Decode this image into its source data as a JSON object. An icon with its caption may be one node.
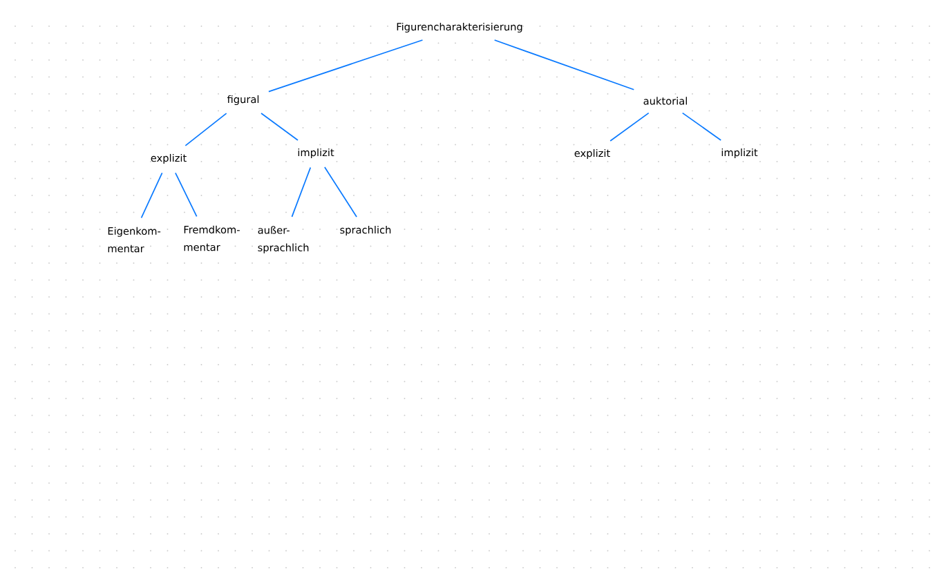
{
  "diagram": {
    "nodes": [
      {
        "text": [
          "Figurencharakterisierung"
        ]
      },
      {
        "text": [
          "figural"
        ]
      },
      {
        "text": [
          "auktorial"
        ]
      },
      {
        "text": [
          "explizit"
        ]
      },
      {
        "text": [
          "implizit"
        ]
      },
      {
        "text": [
          "explizit"
        ]
      },
      {
        "text": [
          "implizit"
        ]
      },
      {
        "text": [
          "Eigenkom- mentar"
        ]
      },
      {
        "text": [
          "Fremdkom- mentar"
        ]
      },
      {
        "text": [
          "außer- sprachlich"
        ]
      },
      {
        "text": [
          "sprachlich"
        ]
      }
    ],
    "edges": [
      {
        "from": 0,
        "to": 1,
        "arrow": "none"
      },
      {
        "from": 0,
        "to": 2,
        "arrow": "none"
      },
      {
        "from": 1,
        "to": 3,
        "arrow": "none"
      },
      {
        "from": 1,
        "to": 4,
        "arrow": "none"
      },
      {
        "from": 2,
        "to": 5,
        "arrow": "none"
      },
      {
        "from": 2,
        "to": 6,
        "arrow": "none"
      },
      {
        "from": 3,
        "to": 7,
        "arrow": "none"
      },
      {
        "from": 3,
        "to": 8,
        "arrow": "none"
      },
      {
        "from": 4,
        "to": 9,
        "arrow": "none"
      },
      {
        "from": 4,
        "to": 10,
        "arrow": "none"
      }
    ]
  }
}
